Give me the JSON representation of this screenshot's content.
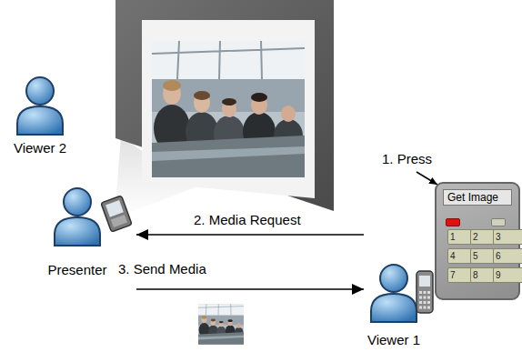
{
  "diagram": {
    "nodes": [
      {
        "text": [
          "Viewer 2"
        ]
      },
      {
        "text": [
          "Presenter"
        ]
      },
      {
        "text": [
          "Get Image"
        ]
      },
      {
        "text": [
          "1"
        ],
        "in": 2
      },
      {
        "text": [
          "2"
        ],
        "in": 2
      },
      {
        "text": [
          "3"
        ],
        "in": 2
      },
      {
        "text": [
          "4"
        ],
        "in": 2
      },
      {
        "text": [
          "5"
        ],
        "in": 2
      },
      {
        "text": [
          "6"
        ],
        "in": 2
      },
      {
        "text": [
          "7"
        ],
        "in": 2
      },
      {
        "text": [
          "8"
        ],
        "in": 2
      },
      {
        "text": [
          "9"
        ],
        "in": 2
      },
      {
        "text": [
          "Viewer 1"
        ]
      }
    ],
    "edges": [
      {
        "from": 12,
        "to": 1,
        "label": "2. Media Request",
        "arrow": "to"
      },
      {
        "from": 1,
        "to": 12,
        "label": "3. Send Media",
        "arrow": "to"
      }
    ],
    "labels": [
      "1. Press"
    ]
  }
}
